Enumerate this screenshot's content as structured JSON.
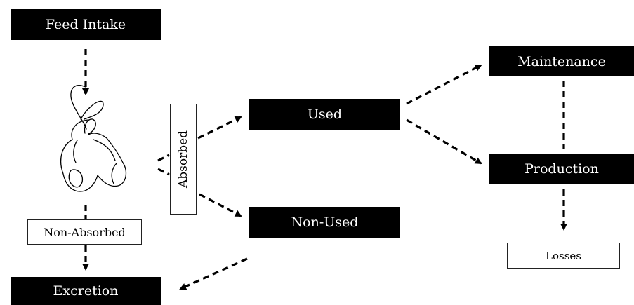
{
  "nodes": {
    "feed_intake": "Feed Intake",
    "absorbed": "Absorbed",
    "non_absorbed": "Non-Absorbed",
    "used": "Used",
    "non_used": "Non-Used",
    "maintenance": "Maintenance",
    "production": "Production",
    "losses": "Losses",
    "excretion": "Excretion"
  },
  "icons": {
    "animal": "rabbit-line-icon"
  },
  "colors": {
    "box_fill": "#000000",
    "box_text": "#ffffff",
    "outline_box_fill": "#ffffff",
    "arrow": "#000000"
  }
}
